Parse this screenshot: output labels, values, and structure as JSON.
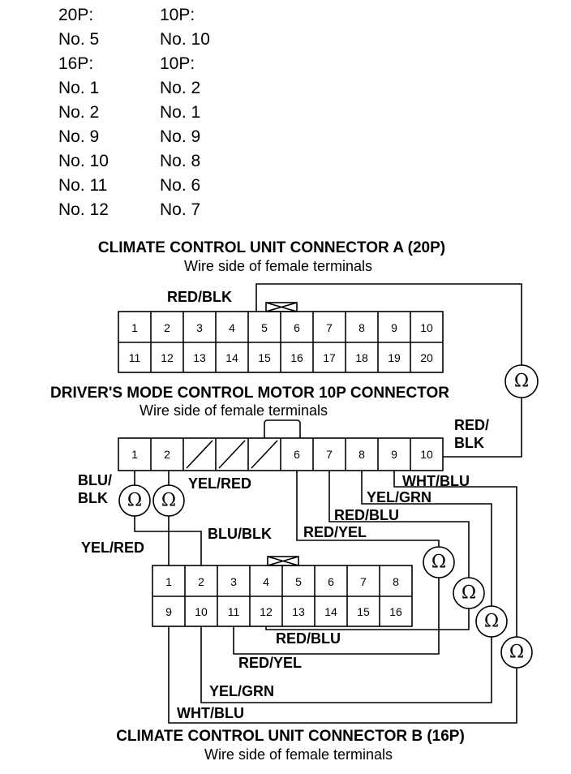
{
  "pin_table": {
    "rows": [
      {
        "a": "20P:",
        "b": "10P:"
      },
      {
        "a": "No. 5",
        "b": "No. 10"
      },
      {
        "a": "16P:",
        "b": "10P:"
      },
      {
        "a": "No. 1",
        "b": "No. 2"
      },
      {
        "a": "No. 2",
        "b": "No. 1"
      },
      {
        "a": "No. 9",
        "b": "No. 9"
      },
      {
        "a": "No. 10",
        "b": "No. 8"
      },
      {
        "a": "No. 11",
        "b": "No. 6"
      },
      {
        "a": "No. 12",
        "b": "No. 7"
      }
    ]
  },
  "connector_a": {
    "title": "CLIMATE CONTROL UNIT CONNECTOR A (20P)",
    "subtitle": "Wire side of female terminals",
    "row1": [
      "1",
      "2",
      "3",
      "4",
      "5",
      "6",
      "7",
      "8",
      "9",
      "10"
    ],
    "row2": [
      "11",
      "12",
      "13",
      "14",
      "15",
      "16",
      "17",
      "18",
      "19",
      "20"
    ]
  },
  "motor": {
    "title": "DRIVER'S MODE CONTROL MOTOR 10P CONNECTOR",
    "subtitle": "Wire side of female terminals",
    "pins": [
      "1",
      "2",
      "",
      "",
      "",
      "6",
      "7",
      "8",
      "9",
      "10"
    ]
  },
  "connector_b": {
    "title": "CLIMATE CONTROL UNIT CONNECTOR B (16P)",
    "subtitle": "Wire side of female terminals",
    "row1": [
      "1",
      "2",
      "3",
      "4",
      "5",
      "6",
      "7",
      "8"
    ],
    "row2": [
      "9",
      "10",
      "11",
      "12",
      "13",
      "14",
      "15",
      "16"
    ]
  },
  "wire_labels": {
    "red_blk_top": "RED/BLK",
    "red_slash": "RED/",
    "blk": "BLK",
    "blu_slash": "BLU/",
    "blk_left": "BLK",
    "yel_red_motor": "YEL/RED",
    "wht_blu_motor": "WHT/BLU",
    "yel_grn_motor": "YEL/GRN",
    "red_blu_motor": "RED/BLU",
    "red_yel_motor": "RED/YEL",
    "blu_blk": "BLU/BLK",
    "yel_red_left": "YEL/RED",
    "red_blu_b": "RED/BLU",
    "red_yel_b": "RED/YEL",
    "yel_grn_b": "YEL/GRN",
    "wht_blu_b": "WHT/BLU"
  },
  "meter_symbol": "Ω",
  "icons": [
    "ohmmeter-icon",
    "connector-lock-icon",
    "blank-terminal-icon"
  ]
}
